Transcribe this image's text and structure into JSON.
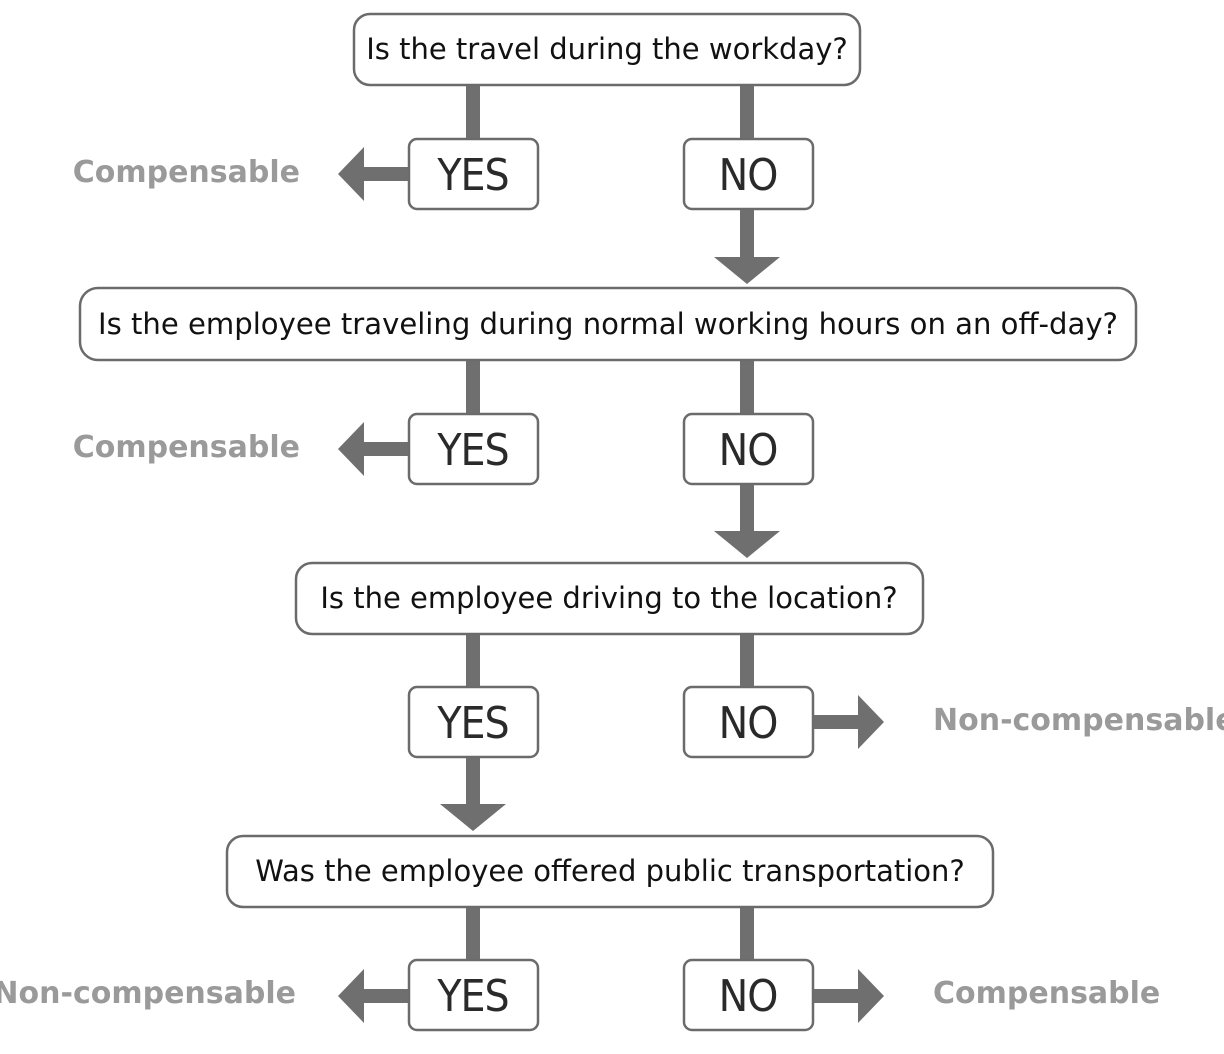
{
  "questions": {
    "q1": "Is the travel during the workday?",
    "q2": "Is the employee traveling during normal working hours on an off-day?",
    "q3": "Is the employee driving to the location?",
    "q4": "Was the employee offered public transportation?"
  },
  "answers": {
    "yes": "YES",
    "no": "NO"
  },
  "outcomes": {
    "o1_yes": "Compensable",
    "o2_yes": "Compensable",
    "o3_no": "Non-compensable",
    "o4_yes": "Non-compensable",
    "o4_no": "Compensable"
  },
  "colors": {
    "connector": "#6f6f6f",
    "outcome_text": "#9a9a9a",
    "box_border": "#6b6b6b"
  }
}
